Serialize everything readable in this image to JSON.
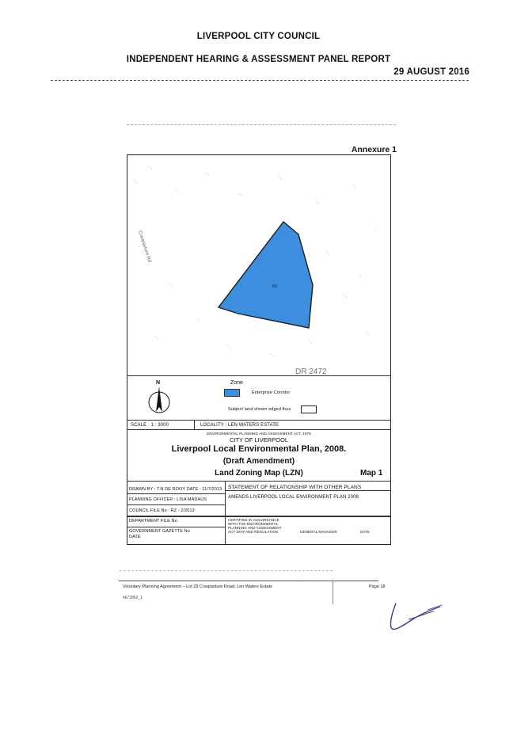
{
  "header": {
    "council": "LIVERPOOL CITY COUNCIL",
    "report": "INDEPENDENT HEARING & ASSESSMENT PANEL REPORT",
    "date": "29 AUGUST 2016"
  },
  "annexure": "Annexure 1",
  "map": {
    "road_label_left": "Cowpasture Rd",
    "road_label_bottom": "DR 2472",
    "zone_code": "B6",
    "north": "N",
    "legend_title": "Zone",
    "legend_zone": "Enterprise Corridor",
    "legend_subject": "Subject land shown edged thus",
    "scale": "SCALE :    1 : 3000",
    "locality": "LOCALITY :  LEN WATERS ESTATE",
    "act_line": "ENVIRONMENTAL PLANNING AND ASSESSMENT ACT, 1979",
    "city": "CITY OF LIVERPOOL",
    "plan_title": "Liverpool Local Environmental Plan, 2008.",
    "draft": "(Draft Amendment)",
    "map_title": "Land Zoning Map (LZN)",
    "map_no": "Map 1",
    "drawn_by": "DRAWN BY :  T.N DE ROOY    DATE : 11/7/2013",
    "planning_officer": "PLANNING OFFICER :  LISA MADAUS",
    "council_file": "COUNCIL FILE No :  RZ - 2/2013",
    "dept_file": "DEPARTMENT FILE No.",
    "gazette": "GOVERNMENT GAZETTE No",
    "date_label": "DATE",
    "statement": "STATEMENT OF RELATIONSHIP WITH OTHER PLANS",
    "amends": "AMENDS LIVERPOOL LOCAL ENVIRONMENT PLAN 2008",
    "certified_1": "CERTIFIED IN ACCORDANCE",
    "certified_2": "WITH THE ENVIRONMENTAL",
    "certified_3": "PLANNING AND ASSESSMENT",
    "certified_4": "ACT 1979 AND REGULATION",
    "general_manager": "GENERAL MANAGER",
    "gm_date": "DATE",
    "zone_color": "#3e8ee0"
  },
  "footer": {
    "left": "Voluntary Planning Agreement – Lot 29 Cowpasture Road, Len Waters Estate",
    "page": "Page 18",
    "ref": "4672852_1"
  }
}
